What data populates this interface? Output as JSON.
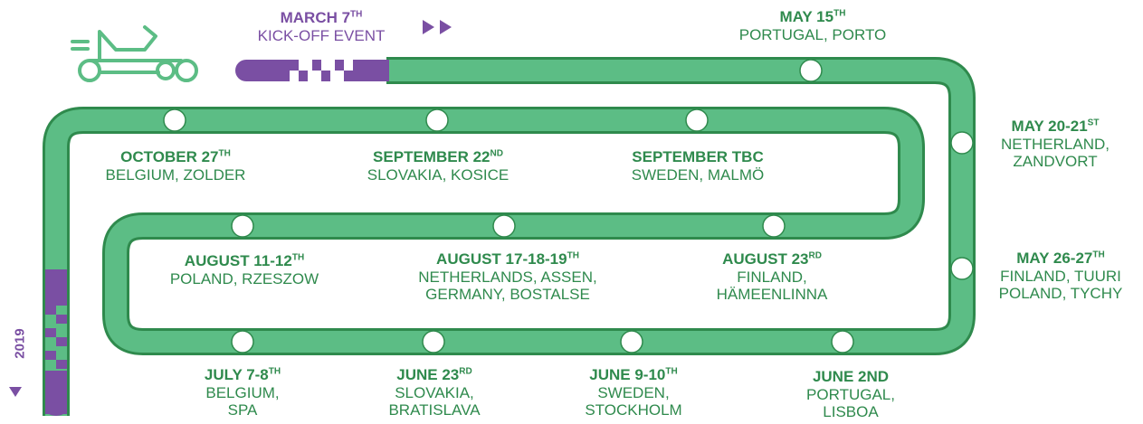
{
  "colors": {
    "track": "#5cbd85",
    "track_dark": "#2f8a4d",
    "accent": "#7a4fa3",
    "dot": "#ffffff"
  },
  "icons": {
    "kart": "kart-icon",
    "fast_forward": "fast-forward-icon",
    "down_arrow": "arrow-down-icon"
  },
  "year": "2019",
  "start": {
    "date": "MARCH 7",
    "sup": "TH",
    "place": "KICK-OFF EVENT"
  },
  "events": [
    {
      "id": "porto",
      "date": "MAY 15",
      "sup": "TH",
      "place": [
        "PORTUGAL, PORTO"
      ]
    },
    {
      "id": "zandvort",
      "date": "MAY 20-21",
      "sup": "ST",
      "place": [
        "NETHERLAND,",
        "ZANDVORT"
      ]
    },
    {
      "id": "tuuri",
      "date": "MAY 26-27",
      "sup": "TH",
      "place": [
        "FINLAND, TUURI",
        "POLAND, TYCHY"
      ]
    },
    {
      "id": "lisboa",
      "date": "JUNE 2ND",
      "sup": "",
      "place": [
        "PORTUGAL,",
        "LISBOA"
      ]
    },
    {
      "id": "stockholm",
      "date": "JUNE 9-10",
      "sup": "TH",
      "place": [
        "SWEDEN,",
        "STOCKHOLM"
      ]
    },
    {
      "id": "bratislava",
      "date": "JUNE 23",
      "sup": "RD",
      "place": [
        "SLOVAKIA,",
        "BRATISLAVA"
      ]
    },
    {
      "id": "spa",
      "date": "JULY 7-8",
      "sup": "TH",
      "place": [
        "BELGIUM,",
        "SPA"
      ]
    },
    {
      "id": "rzeszow",
      "date": "AUGUST 11-12",
      "sup": "TH",
      "place": [
        "POLAND, RZESZOW"
      ]
    },
    {
      "id": "assen",
      "date": "AUGUST 17-18-19",
      "sup": "TH",
      "place": [
        "NETHERLANDS, ASSEN,",
        "GERMANY, BOSTALSE"
      ]
    },
    {
      "id": "hameenlinna",
      "date": "AUGUST 23",
      "sup": "RD",
      "place": [
        "FINLAND,",
        "HÄMEENLINNA"
      ]
    },
    {
      "id": "malmo",
      "date": "SEPTEMBER TBC",
      "sup": "",
      "place": [
        "SWEDEN, MALMÖ"
      ]
    },
    {
      "id": "kosice",
      "date": "SEPTEMBER 22",
      "sup": "ND",
      "place": [
        "SLOVAKIA, KOSICE"
      ]
    },
    {
      "id": "zolder",
      "date": "OCTOBER 27",
      "sup": "TH",
      "place": [
        "BELGIUM, ZOLDER"
      ]
    }
  ]
}
